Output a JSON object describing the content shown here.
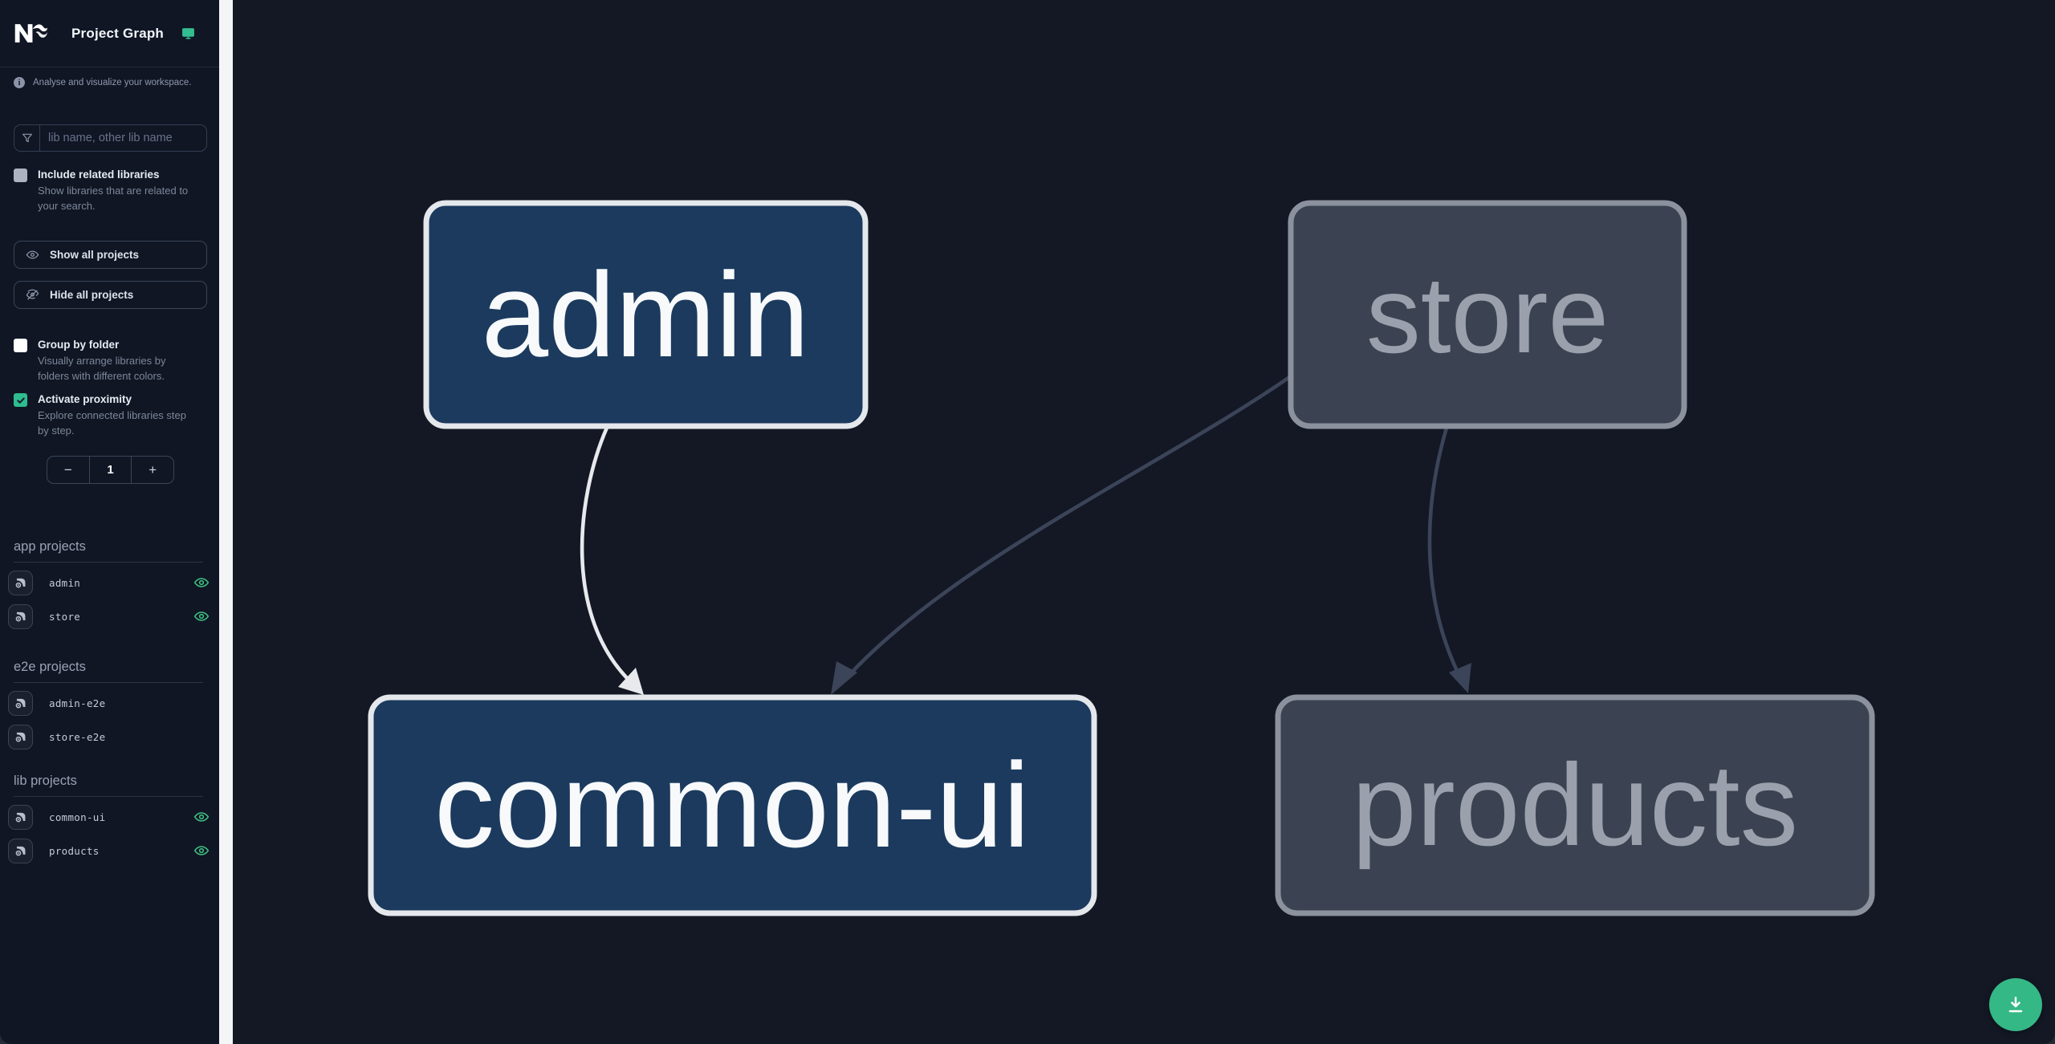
{
  "window": {
    "title": "Project Graph"
  },
  "colors": {
    "accent_green": "#34b886",
    "eye_green": "#3fc081",
    "sidebar_bg": "#101624",
    "canvas_bg": "#131824",
    "node_focused_fill": "#1b3a5e",
    "node_focused_border": "#e4e7eb",
    "node_unfocused_fill": "#3b4251",
    "node_unfocused_border": "#8b919d",
    "edge_highlight": "#e7e9ed",
    "edge_muted": "#3b4458"
  },
  "sidebar": {
    "brand": {
      "title": "Project Graph",
      "logo": "nx-logo",
      "monitor_icon": "monitor-icon"
    },
    "tagline": "Analyse and visualize your workspace.",
    "search": {
      "placeholder": "lib name, other lib name",
      "value": ""
    },
    "options": [
      {
        "label": "Include related libraries",
        "description": "Show libraries that are related to your search.",
        "checked": false
      },
      {
        "label": "Group by folder",
        "description": "Visually arrange libraries by folders with different colors.",
        "checked": false
      },
      {
        "label": "Activate proximity",
        "description": "Explore connected libraries step by step.",
        "checked": true
      }
    ],
    "buttons": {
      "show_all": "Show all projects",
      "hide_all": "Hide all projects"
    },
    "proximity_stepper": {
      "decrement": "−",
      "value": "1",
      "increment": "+"
    },
    "sections": [
      {
        "heading": "app projects",
        "items": [
          {
            "name": "admin",
            "visible": true
          },
          {
            "name": "store",
            "visible": true
          }
        ]
      },
      {
        "heading": "e2e projects",
        "items": [
          {
            "name": "admin-e2e",
            "visible": false
          },
          {
            "name": "store-e2e",
            "visible": false
          }
        ]
      },
      {
        "heading": "lib projects",
        "items": [
          {
            "name": "common-ui",
            "visible": true
          },
          {
            "name": "products",
            "visible": true
          }
        ]
      }
    ]
  },
  "graph": {
    "nodes": [
      {
        "id": "admin",
        "label": "admin",
        "state": "focused"
      },
      {
        "id": "store",
        "label": "store",
        "state": "unfocused"
      },
      {
        "id": "common-ui",
        "label": "common-ui",
        "state": "focused"
      },
      {
        "id": "products",
        "label": "products",
        "state": "unfocused"
      }
    ],
    "edges": [
      {
        "source": "admin",
        "target": "common-ui",
        "highlighted": true
      },
      {
        "source": "store",
        "target": "common-ui",
        "highlighted": false
      },
      {
        "source": "store",
        "target": "products",
        "highlighted": false
      }
    ]
  },
  "fab": {
    "icon": "download-icon"
  }
}
